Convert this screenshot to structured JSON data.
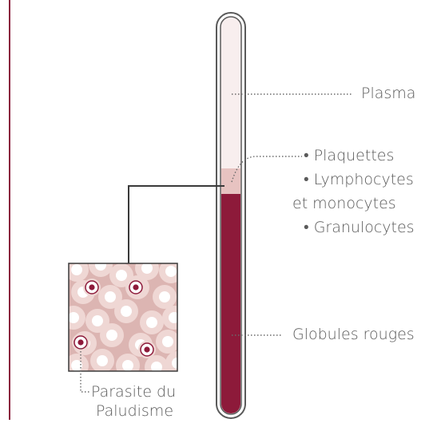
{
  "labels": {
    "plasma": "Plasma",
    "buffy_coat": [
      "• Plaquettes",
      "• Lymphocytes",
      "et monocytes",
      "• Granulocytes"
    ],
    "red_cells": "Globules rouges",
    "parasite": [
      "Parasite du",
      "Paludisme"
    ]
  },
  "colors": {
    "border_line": "#8a1e3c",
    "tube_outline": "#5a5a5a",
    "plasma": "#f8eeee",
    "buffy_coat": "#e7c3c1",
    "red_cells": "#8d1a3a",
    "smear_background": "#dcb5b2",
    "cell_light": "#efd7d4",
    "cell_white": "#ffffff",
    "parasite_ring": "#8d1a3a",
    "connector": "#3a3a3a",
    "leader_dots": "#6a6a6a"
  }
}
